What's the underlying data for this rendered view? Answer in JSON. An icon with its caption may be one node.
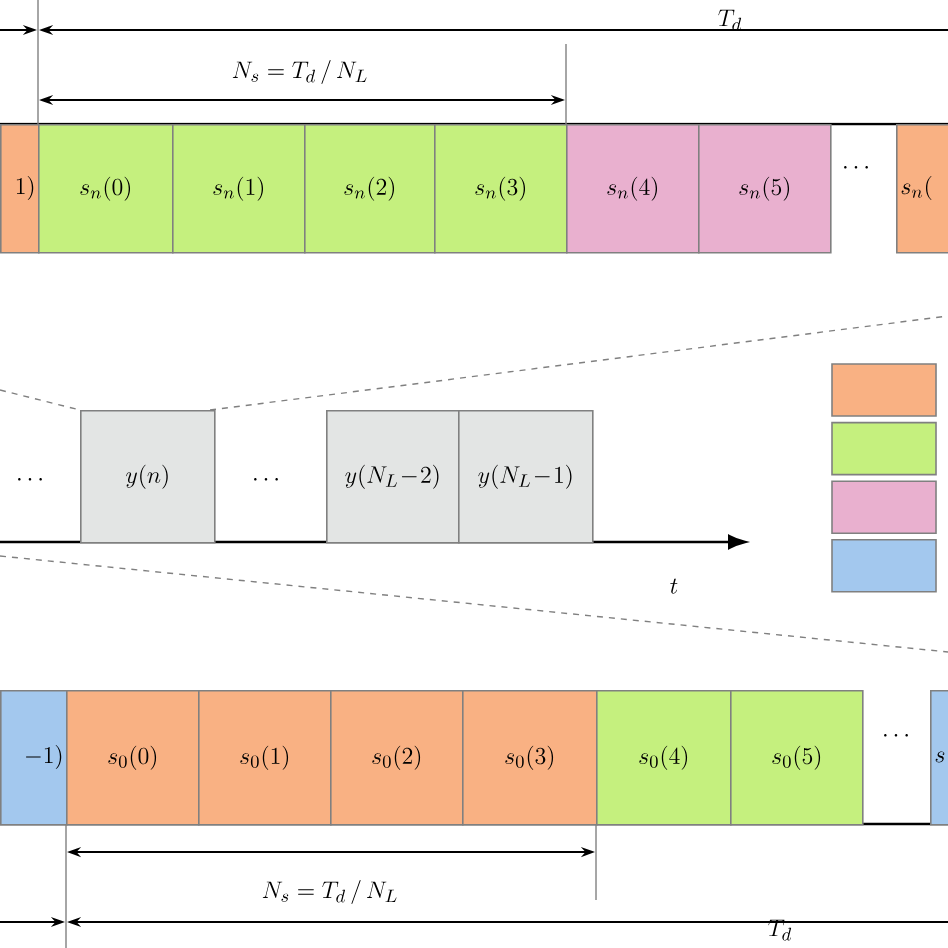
{
  "diagram": {
    "nodes": [
      {
        "text": [
          "1)"
        ]
      },
      {
        "text": [
          "s_n(0)"
        ]
      },
      {
        "text": [
          "s_n(1)"
        ]
      },
      {
        "text": [
          "s_n(2)"
        ]
      },
      {
        "text": [
          "s_n(3)"
        ]
      },
      {
        "text": [
          "s_n(4)"
        ]
      },
      {
        "text": [
          "s_n(5)"
        ]
      },
      {
        "text": [
          "s_n("
        ]
      },
      {
        "text": [
          "y(n)"
        ]
      },
      {
        "text": [
          "y(N_L\\!-\\!2)"
        ]
      },
      {
        "text": [
          "y(N_L\\!-\\!1)"
        ]
      },
      {
        "text": [
          "-1)"
        ]
      },
      {
        "text": [
          "s_0(0)"
        ]
      },
      {
        "text": [
          "s_0(1)"
        ]
      },
      {
        "text": [
          "s_0(2)"
        ]
      },
      {
        "text": [
          "s_0(3)"
        ]
      },
      {
        "text": [
          "s_0(4)"
        ]
      },
      {
        "text": [
          "s_0(5)"
        ]
      },
      {
        "text": [
          "s"
        ]
      }
    ],
    "edges": [],
    "labels": [
      "T_d",
      "N_s = T_d \\,/\\, N_L",
      "\\cdots",
      "\\cdots",
      "\\cdots",
      "t",
      "\\cdots",
      "N_s = T_d \\,/\\, N_L",
      "T_d"
    ]
  }
}
